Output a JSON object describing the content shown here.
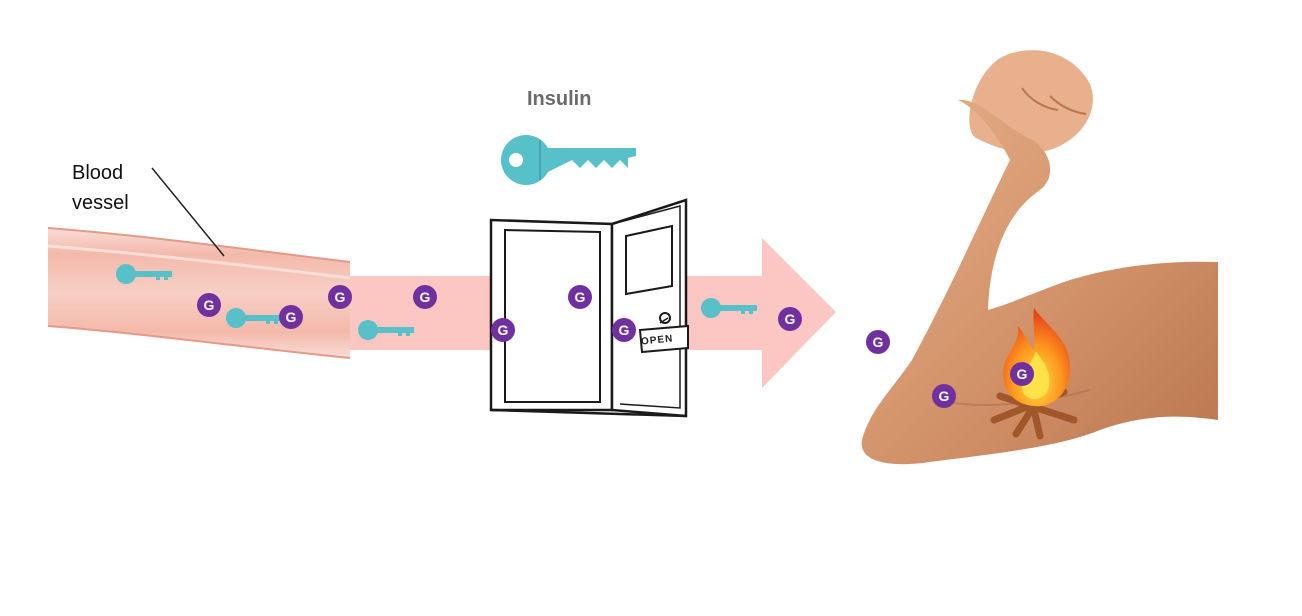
{
  "labels": {
    "insulin": "Insulin",
    "blood_vessel_line1": "Blood",
    "blood_vessel_line2": "vessel",
    "door_sign": "OPEN"
  },
  "glucose_symbol": "G",
  "colors": {
    "glucose": "#7030a0",
    "insulin_key": "#58c0c8",
    "arrow": "#fcc6c2",
    "vessel": "#f7c3b8",
    "skin": "#d89a72",
    "fire": "#f26b1d"
  },
  "icons": [
    "insulin-key-icon",
    "glucose-icon",
    "door-icon",
    "fire-icon",
    "arm-illustration"
  ]
}
